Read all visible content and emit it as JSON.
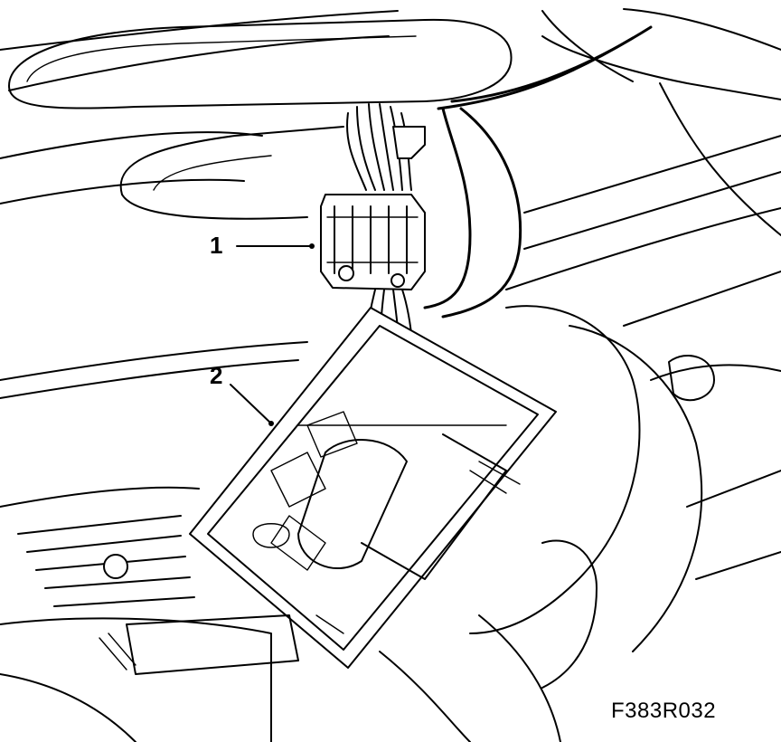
{
  "callouts": [
    {
      "number": "1"
    },
    {
      "number": "2"
    }
  ],
  "figure_code": "F383R032",
  "colors": {
    "line": "#000000",
    "background": "#ffffff"
  }
}
